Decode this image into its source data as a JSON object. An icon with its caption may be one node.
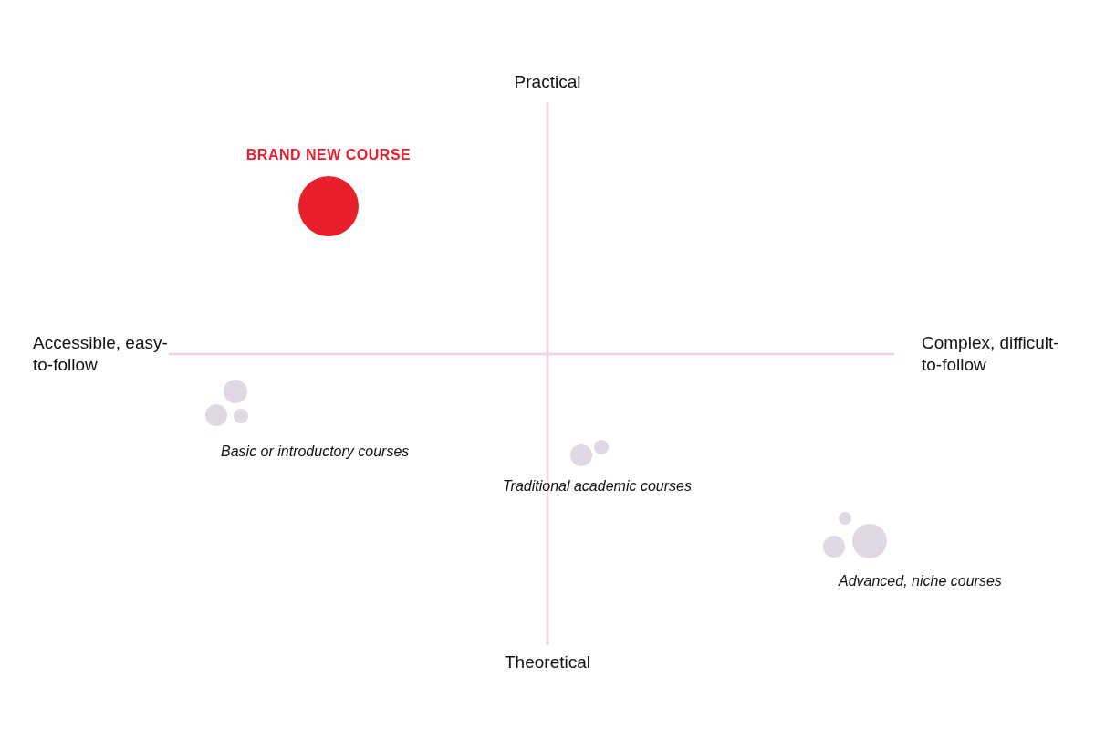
{
  "diagram": {
    "nodes": [
      {
        "text": [],
        "shape": "circle",
        "beside": [
          "BRAND NEW COURSE"
        ]
      },
      {
        "text": [],
        "shape": "circle"
      },
      {
        "text": [],
        "shape": "circle"
      },
      {
        "text": [],
        "shape": "circle"
      },
      {
        "text": [],
        "shape": "circle"
      },
      {
        "text": [],
        "shape": "circle"
      },
      {
        "text": [],
        "shape": "circle"
      },
      {
        "text": [],
        "shape": "circle"
      },
      {
        "text": [],
        "shape": "circle"
      }
    ],
    "edges": [],
    "labels": [
      "Practical",
      "Accessible, easy-to-follow",
      "Complex, difficult-to-follow",
      "Basic or introductory courses",
      "Traditional academic courses",
      "Advanced, niche courses",
      "Theoretical"
    ]
  }
}
